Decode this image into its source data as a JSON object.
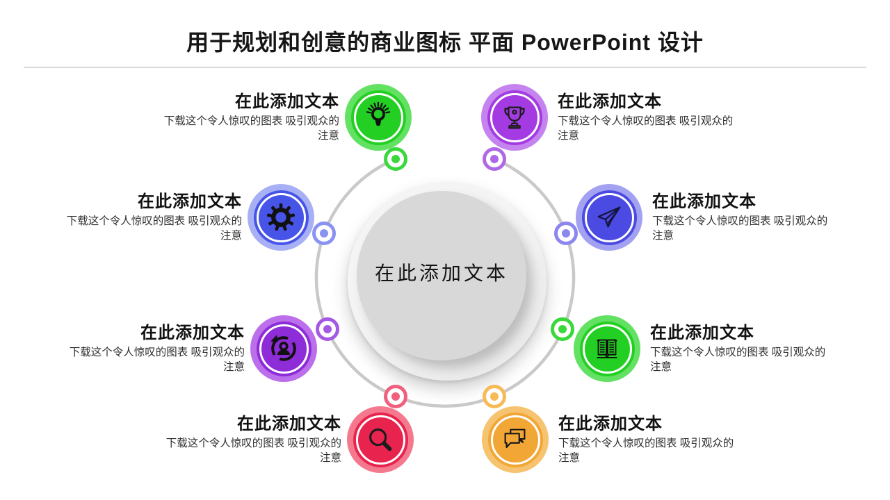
{
  "title": "用于规划和创意的商业图标 平面 PowerPoint 设计",
  "center": {
    "label": "在此添加文本"
  },
  "orbit_color": "#c9c9c9",
  "items": [
    {
      "icon": "lightbulb-icon",
      "title": "在此添加文本",
      "body": "下载这个令人惊叹的图表 吸引观众的注意",
      "colors": {
        "main": "#24CF24",
        "light": "#62E162",
        "node": "#3BD83B"
      }
    },
    {
      "icon": "trophy-icon",
      "title": "在此添加文本",
      "body": "下载这个令人惊叹的图表 吸引观众的注意",
      "colors": {
        "main": "#A43BE2",
        "light": "#C483EF",
        "node": "#AE68E8"
      }
    },
    {
      "icon": "gear-icon",
      "title": "在此添加文本",
      "body": "下载这个令人惊叹的图表 吸引观众的注意",
      "colors": {
        "main": "#4754E8",
        "light": "#A8B0F5",
        "node": "#8A93F1"
      }
    },
    {
      "icon": "paper-plane-icon",
      "title": "在此添加文本",
      "body": "下载这个令人惊叹的图表 吸引观众的注意",
      "colors": {
        "main": "#4B4AE2",
        "light": "#A3A2F2",
        "node": "#8B87EF"
      }
    },
    {
      "icon": "user-sync-icon",
      "title": "在此添加文本",
      "body": "下载这个令人惊叹的图表 吸引观众的注意",
      "colors": {
        "main": "#8E2CD8",
        "light": "#BB6FEB",
        "node": "#A55AE4"
      }
    },
    {
      "icon": "open-book-icon",
      "title": "在此添加文本",
      "body": "下载这个令人惊叹的图表 吸引观众的注意",
      "colors": {
        "main": "#24CF24",
        "light": "#62E162",
        "node": "#3BD83B"
      }
    },
    {
      "icon": "magnifier-icon",
      "title": "在此添加文本",
      "body": "下载这个令人惊叹的图表 吸引观众的注意",
      "colors": {
        "main": "#E8234E",
        "light": "#F4798E",
        "node": "#F0607E"
      }
    },
    {
      "icon": "chat-bubbles-icon",
      "title": "在此添加文本",
      "body": "下载这个令人惊叹的图表 吸引观众的注意",
      "colors": {
        "main": "#F2A636",
        "light": "#F6C470",
        "node": "#F6BB57"
      }
    }
  ]
}
